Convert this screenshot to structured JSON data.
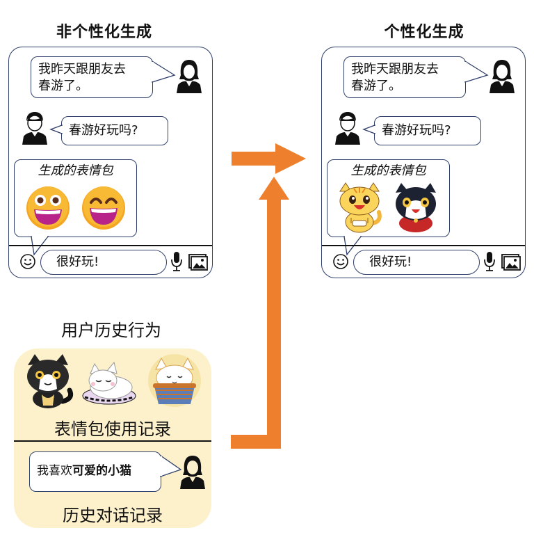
{
  "left_panel": {
    "title": "非个性化生成",
    "user_message": [
      "我昨天跟朋友去",
      "春游了。"
    ],
    "reply_message": "春游好玩吗?",
    "sticker_caption": "生成的表情包",
    "stickers": [
      "grinning-emoji",
      "smiling-emoji"
    ],
    "input_value": "很好玩!"
  },
  "right_panel": {
    "title": "个性化生成",
    "user_message": [
      "我昨天跟朋友去",
      "春游了。"
    ],
    "reply_message": "春游好玩吗?",
    "sticker_caption": "生成的表情包",
    "stickers": [
      "orange-cat-sticker",
      "black-cat-sticker"
    ],
    "input_value": "很好玩!"
  },
  "history": {
    "title": "用户历史行为",
    "sticker_history_label": "表情包使用记录",
    "sticker_history": [
      "black-cat-sticker",
      "white-cat-sticker",
      "cat-in-basket-sticker"
    ],
    "dialog_history_label": "历史对话记录",
    "dialog_message_prefix": "我喜欢",
    "dialog_message_bold": "可爱的小猫"
  },
  "colors": {
    "arrow": "#ee7f2d",
    "border": "#2f3f6a",
    "history_bg": "#fdf1cc",
    "emoji_face": "#f5a623"
  }
}
